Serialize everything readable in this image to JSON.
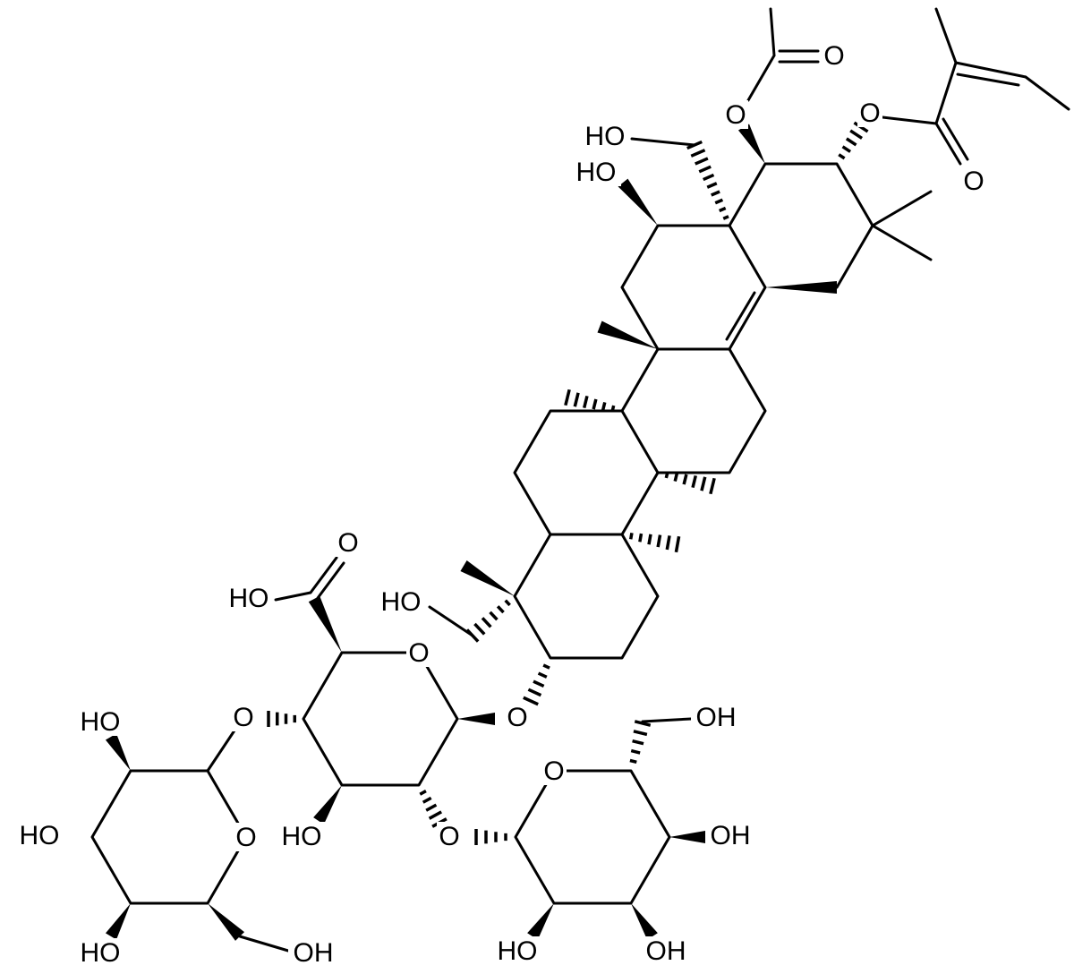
{
  "structure": {
    "type": "chemical-structure-drawing",
    "background": "#ffffff",
    "bond_color": "#000000",
    "atom_labels": {
      "acetyl_ester_o": "O",
      "acetyl_carbonyl_o": "O",
      "angeloyl_ester_o": "O",
      "angeloyl_carbonyl_o": "O",
      "c28_hydroxymethyl_ho": "HO",
      "c16_hydroxyl_ho": "HO",
      "carboxylic_acid_o": "O",
      "carboxylic_acid_ho": "HO",
      "c24_hydroxymethyl_ho": "HO",
      "glucuronide_ring_o": "O",
      "glucuronide_c4_glycosidic_o": "O",
      "glucuronide_c2_glycosidic_o": "O",
      "glucuronide_c3_ho": "HO",
      "c3_glycosidic_o": "O",
      "terminal_glucose_ring_o": "O",
      "terminal_glucose_c2_ho": "HO",
      "terminal_glucose_c3_ho": "HO",
      "terminal_glucose_c4_ho": "HO",
      "terminal_glucose_ch2oh_oh": "OH",
      "inner_glucose_ring_o": "O",
      "inner_glucose_c2_ho": "HO",
      "inner_glucose_c3_oh": "OH",
      "inner_glucose_c4_oh": "OH",
      "inner_glucose_ch2oh_oh": "OH"
    }
  }
}
